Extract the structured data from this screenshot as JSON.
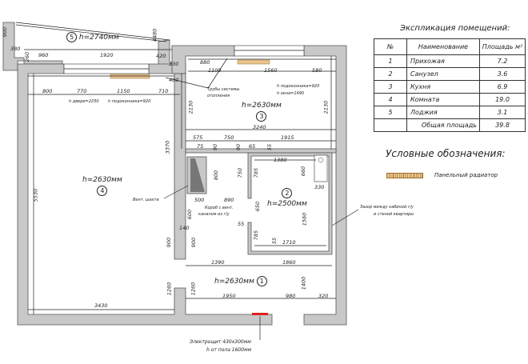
{
  "rooms": [
    {
      "num": "1",
      "height": "h=2630мм"
    },
    {
      "num": "2",
      "height": "h=2500мм"
    },
    {
      "num": "3",
      "height": "h=2630мм"
    },
    {
      "num": "4",
      "height": "h=2630мм"
    },
    {
      "num": "5",
      "height": "h=2740мм"
    }
  ],
  "dims": {
    "d900a": "900",
    "d380": "380",
    "d260": "260",
    "d960": "960",
    "d1920": "1920",
    "d4480": "4480",
    "d420": "420",
    "d330": "330",
    "d400": "400",
    "d800": "800",
    "d770": "770",
    "d1150": "1150",
    "d710": "710",
    "d880": "880",
    "d1100": "1100",
    "d1560a": "1560",
    "d580": "580",
    "d2130a": "2130",
    "d2130b": "2130",
    "d3240": "3240",
    "d575": "575",
    "d750a": "750",
    "d1915": "1915",
    "d75": "75",
    "d90a": "90",
    "d90b": "90",
    "d65": "65",
    "d55a": "55",
    "d1380": "1380",
    "d660": "660",
    "d800b": "800",
    "d750b": "750",
    "d785a": "785",
    "d330b": "330",
    "d500": "500",
    "d890": "890",
    "d650": "650",
    "d600": "600",
    "d1560b": "1560",
    "d55b": "55",
    "d785b": "785",
    "d55c": "55",
    "d1710": "1710",
    "d140": "140",
    "d900b": "900",
    "d900c": "900",
    "d3370": "3370",
    "d5530": "5530",
    "d1390": "1390",
    "d1860": "1860",
    "d1260a": "1260",
    "d1260b": "1260",
    "d1400": "1400",
    "d1950": "1950",
    "d980": "980",
    "d320": "320",
    "d3430": "3430"
  },
  "notes": {
    "door_h": "h двери=2250",
    "sill_4": "h подоконника=920",
    "sill_3": "h подоконника=920",
    "window_3": "h окна=1490",
    "pipes_1": "Трубы системы",
    "pipes_2": "отопления",
    "vent": "Вент. шахта",
    "box_1": "Короб с вент.",
    "box_2": "каналом из г/у",
    "gap_1": "Зазор между кабиной г/у",
    "gap_2": "и стеной квартиры",
    "panel_1": "Электрощит 430х300мм",
    "panel_2": "h от пола 1600мм"
  },
  "explication": {
    "title": "Экспликация помещений:",
    "headers": [
      "№",
      "Наименование",
      "Площадь м²"
    ],
    "rows": [
      {
        "n": "1",
        "name": "Прихожая",
        "area": "7.2"
      },
      {
        "n": "2",
        "name": "Санузел",
        "area": "3.6"
      },
      {
        "n": "3",
        "name": "Кухня",
        "area": "6.9"
      },
      {
        "n": "4",
        "name": "Комната",
        "area": "19.0"
      },
      {
        "n": "5",
        "name": "Лоджия",
        "area": "3.1"
      }
    ],
    "total_label": "Общая площадь",
    "total": "39.8"
  },
  "legend": {
    "title": "Условные обозначения:",
    "radiator": "Панельный радиатор"
  },
  "colors": {
    "wall": "#c8c8c8",
    "radiator": "#e9c48f",
    "panel": "#e02020"
  }
}
